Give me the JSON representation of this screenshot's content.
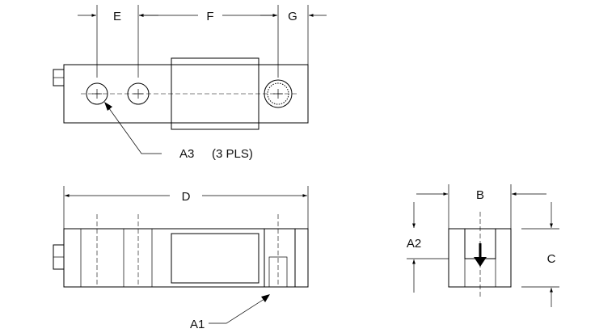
{
  "labels": {
    "E": "E",
    "F": "F",
    "G": "G",
    "D": "D",
    "A3": "A3",
    "A3_note": "(3 PLS)",
    "A1": "A1",
    "A2": "A2",
    "B": "B",
    "C": "C"
  }
}
